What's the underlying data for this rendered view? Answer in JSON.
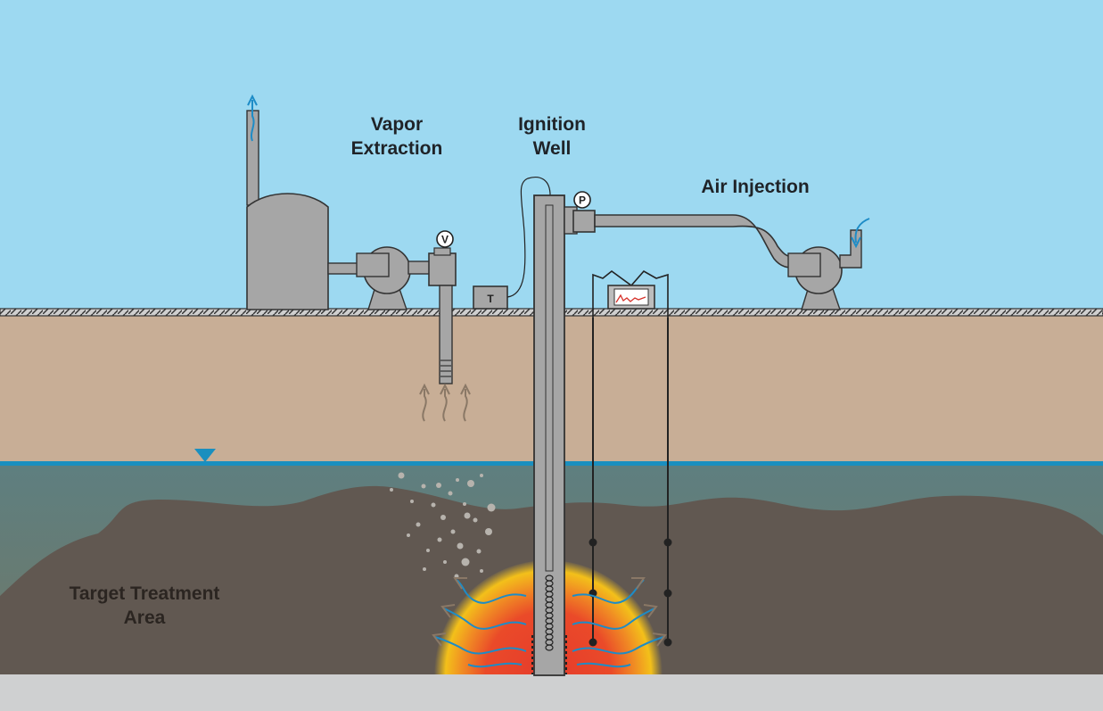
{
  "labels": {
    "vapor_extraction": [
      "Vapor",
      "Extraction"
    ],
    "ignition_well": [
      "Ignition",
      "Well"
    ],
    "air_injection": "Air Injection",
    "target_area": [
      "Target Treatment",
      "Area"
    ]
  },
  "instruments": {
    "valve": "V",
    "pressure_gauge": "P",
    "thermocouple_box": "T"
  },
  "colors": {
    "sky": "#9dd9f1",
    "soil": "#c8ae96",
    "groundwater": "#667d7a",
    "contaminant": "#615851",
    "bedrock": "#cfd0d1",
    "equipment": "#a6a6a6",
    "water_table": "#1a8fbf",
    "heat_core": "#e53b2c",
    "heat_outer": "#f3c01a",
    "vapor_arrow": "#8a7866",
    "inflow_arrow": "#1d8cc7"
  }
}
